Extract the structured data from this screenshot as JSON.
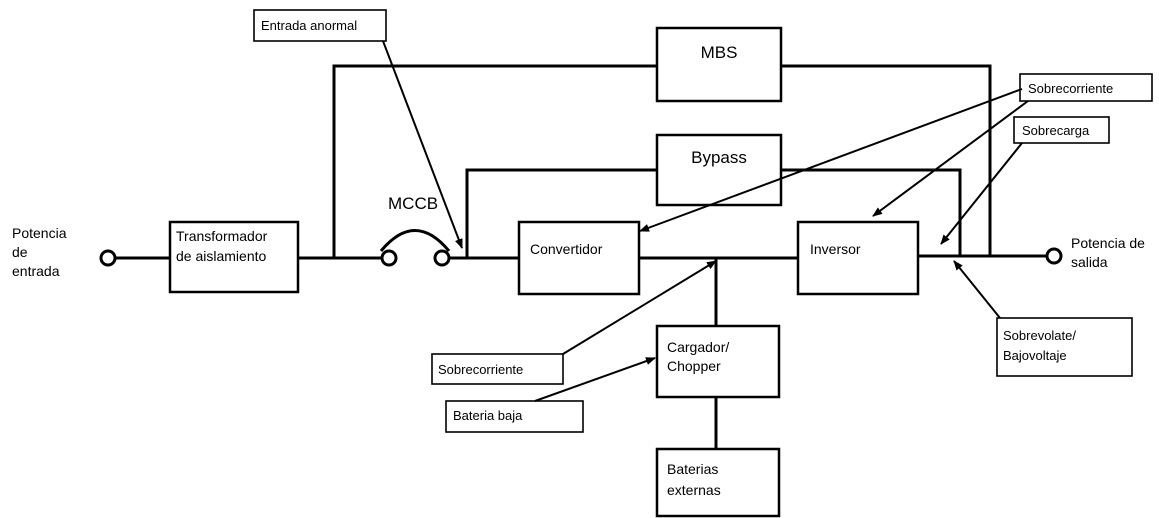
{
  "input_label": [
    "Potencia",
    "de",
    "entrada"
  ],
  "output_label": [
    "Potencia de",
    "salida"
  ],
  "blocks": {
    "transformer": [
      "Transformador",
      "de aislamiento"
    ],
    "mbs": "MBS",
    "bypass": "Bypass",
    "mccb": "MCCB",
    "converter": "Convertidor",
    "inverter": "Inversor",
    "charger": [
      "Cargador/",
      "Chopper"
    ],
    "batteries": [
      "Baterias",
      "externas"
    ]
  },
  "alarms": {
    "abnormal_input": "Entrada anormal",
    "overcurrent_output": "Sobrecorriente",
    "overload": "Sobrecarga",
    "voltage": [
      "Sobrevolate/",
      "Bajovoltaje"
    ],
    "overcurrent_converter": "Sobrecorriente",
    "low_battery": "Bateria baja"
  }
}
